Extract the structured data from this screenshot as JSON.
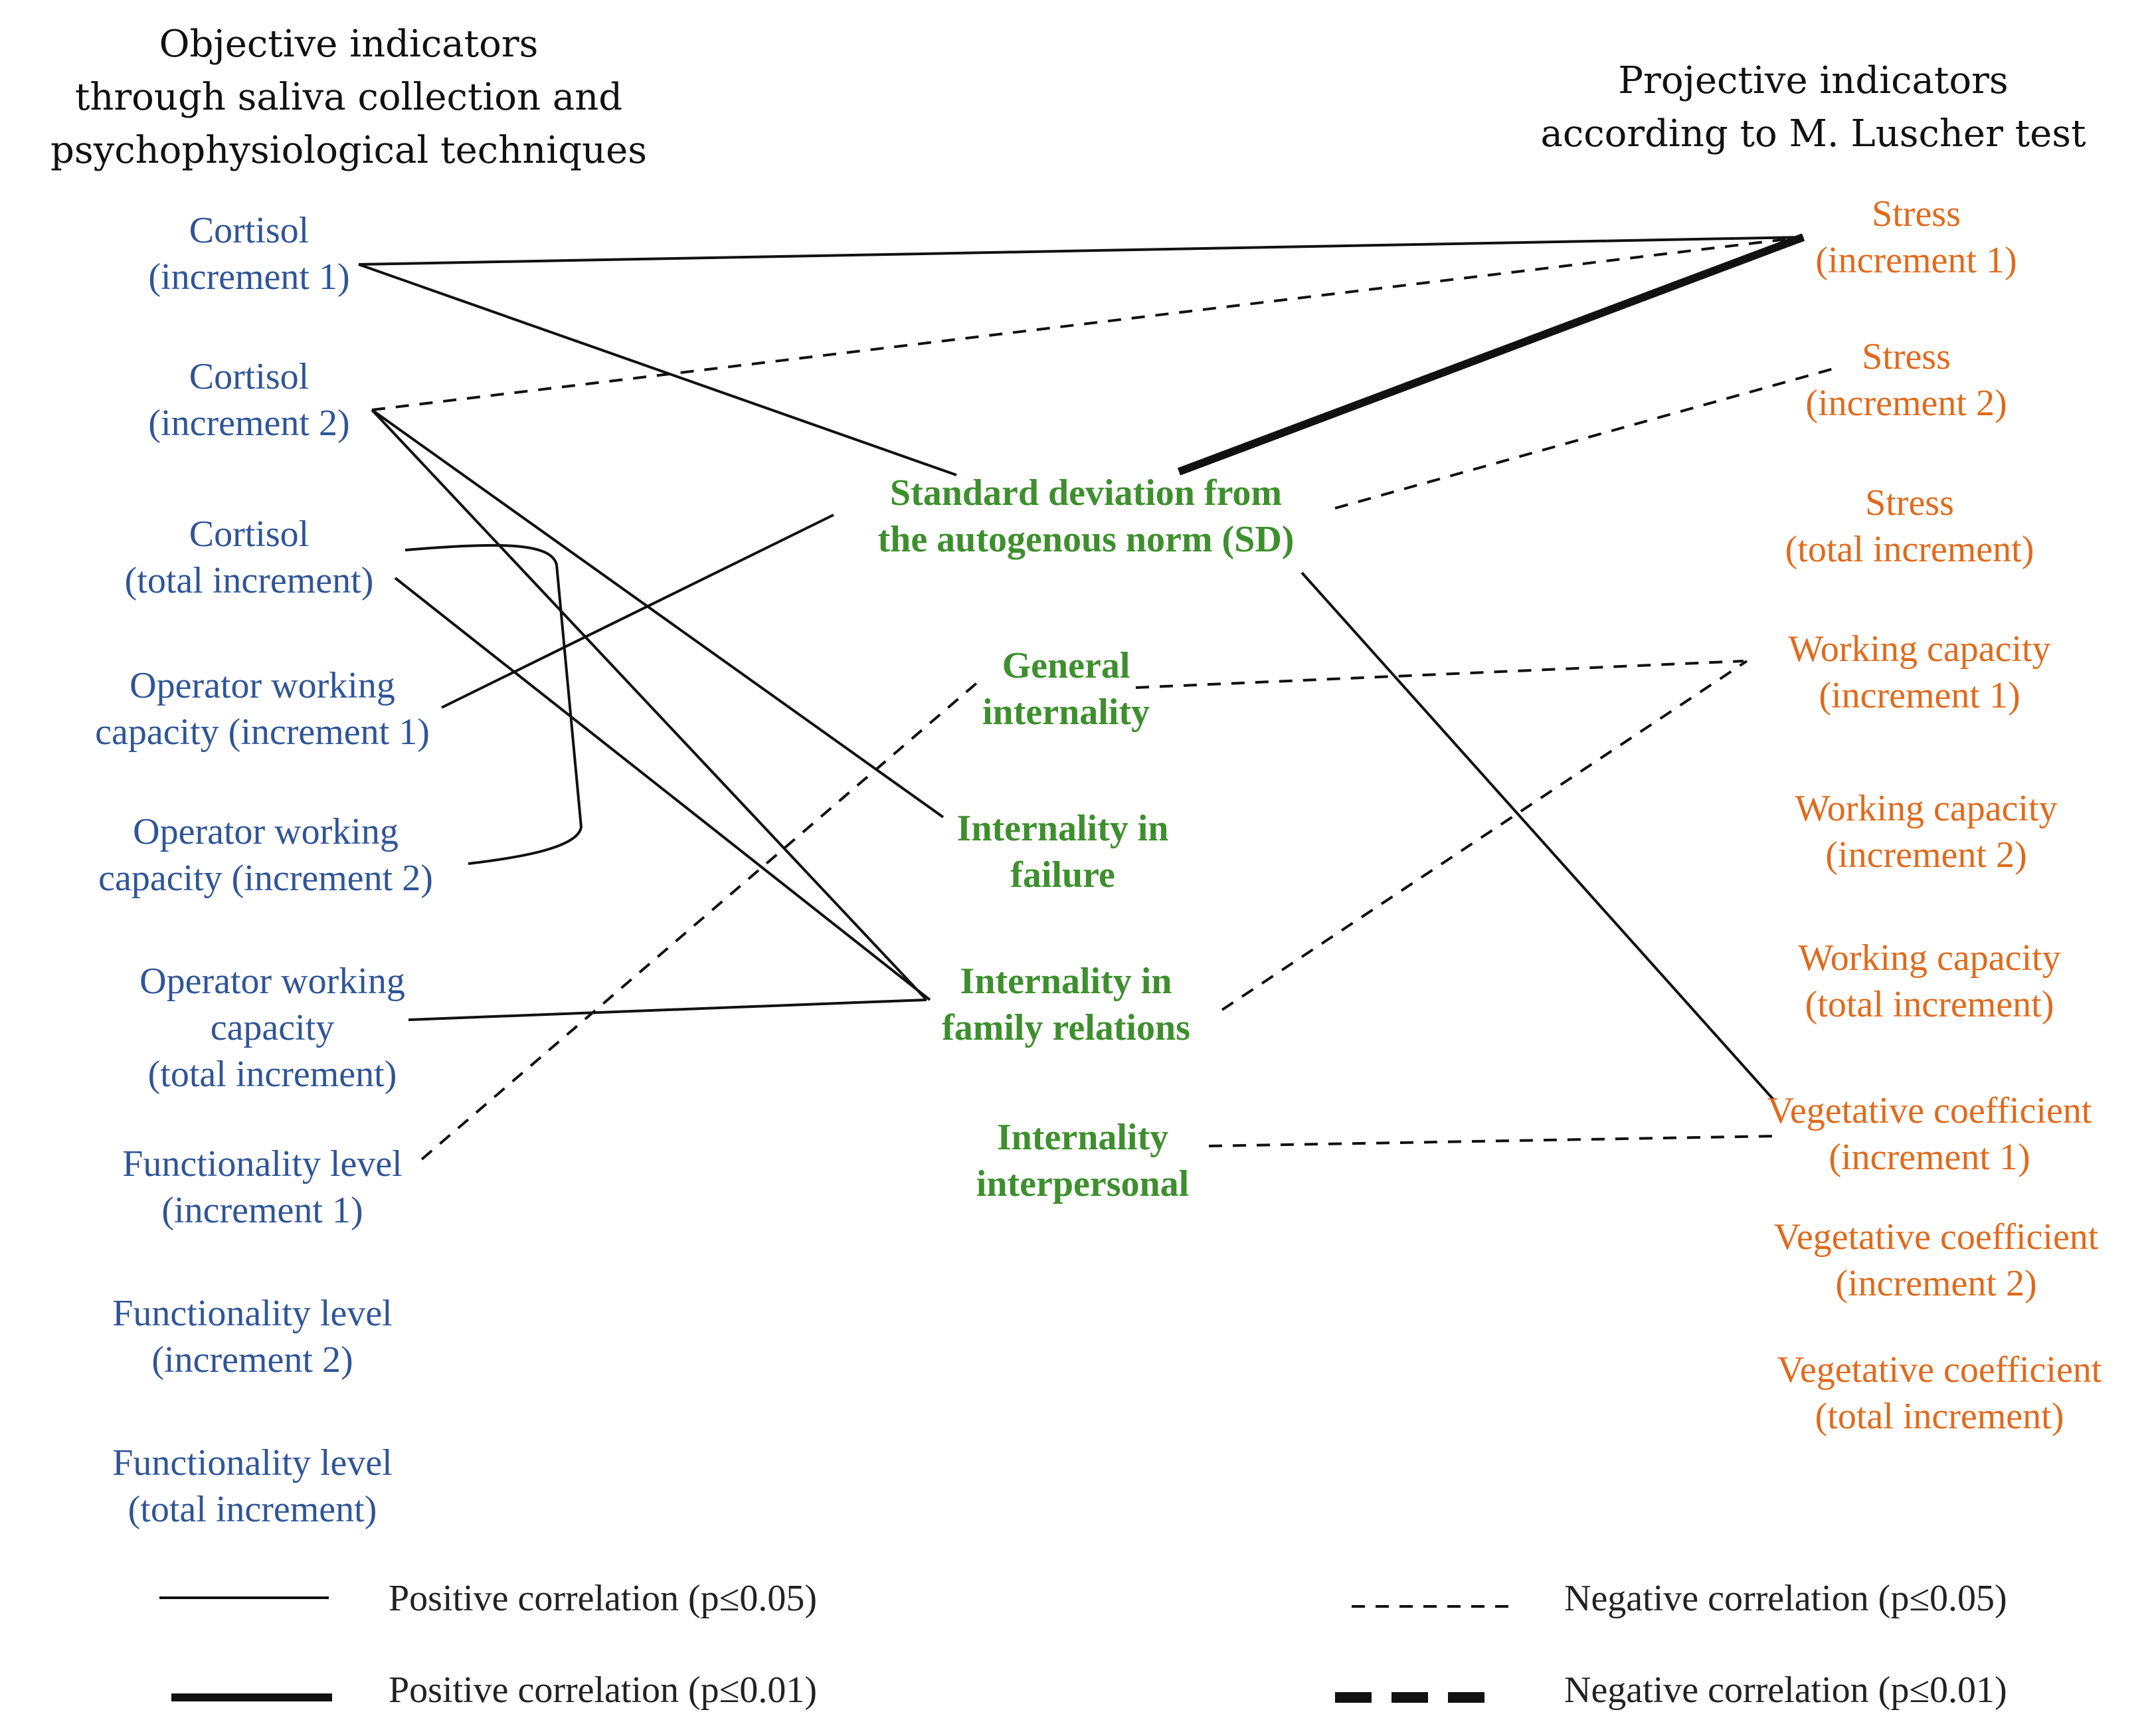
{
  "headers": {
    "objective": [
      "Objective indicators",
      "through saliva collection and",
      "psychophysiological techniques"
    ],
    "projective": [
      "Projective indicators",
      "according to M. Luscher test"
    ]
  },
  "colors": {
    "objective": "#2f5597",
    "mediator": "#3e8f2e",
    "projective": "#e06a1c",
    "line": "#111111"
  },
  "objective_nodes": [
    {
      "id": "cortisol_1",
      "lines": [
        "Cortisol",
        "(increment 1)"
      ]
    },
    {
      "id": "cortisol_2",
      "lines": [
        "Cortisol",
        "(increment 2)"
      ]
    },
    {
      "id": "cortisol_total",
      "lines": [
        "Cortisol",
        "(total increment)"
      ]
    },
    {
      "id": "owc_1",
      "lines": [
        "Operator working",
        "capacity (increment 1)"
      ]
    },
    {
      "id": "owc_2",
      "lines": [
        "Operator working",
        "capacity (increment 2)"
      ]
    },
    {
      "id": "owc_total",
      "lines": [
        "Operator working",
        "capacity",
        "(total increment)"
      ]
    },
    {
      "id": "func_1",
      "lines": [
        "Functionality level",
        "(increment 1)"
      ]
    },
    {
      "id": "func_2",
      "lines": [
        "Functionality level",
        "(increment 2)"
      ]
    },
    {
      "id": "func_total",
      "lines": [
        "Functionality level",
        "(total increment)"
      ]
    }
  ],
  "mediator_nodes": [
    {
      "id": "sd",
      "lines": [
        "Standard deviation from",
        "the autogenous norm (SD)"
      ]
    },
    {
      "id": "gen_int",
      "lines": [
        "General",
        "internality"
      ]
    },
    {
      "id": "int_fail",
      "lines": [
        "Internality in",
        "failure"
      ]
    },
    {
      "id": "int_family",
      "lines": [
        "Internality in",
        "family relations"
      ]
    },
    {
      "id": "int_inter",
      "lines": [
        "Internality",
        "interpersonal"
      ]
    }
  ],
  "projective_nodes": [
    {
      "id": "stress_1",
      "lines": [
        "Stress",
        "(increment 1)"
      ]
    },
    {
      "id": "stress_2",
      "lines": [
        "Stress",
        "(increment 2)"
      ]
    },
    {
      "id": "stress_total",
      "lines": [
        "Stress",
        "(total increment)"
      ]
    },
    {
      "id": "wc_1",
      "lines": [
        "Working capacity",
        "(increment 1)"
      ]
    },
    {
      "id": "wc_2",
      "lines": [
        "Working capacity",
        "(increment 2)"
      ]
    },
    {
      "id": "wc_total",
      "lines": [
        "Working capacity",
        "(total increment)"
      ]
    },
    {
      "id": "veg_1",
      "lines": [
        "Vegetative coefficient",
        "(increment 1)"
      ]
    },
    {
      "id": "veg_2",
      "lines": [
        "Vegetative coefficient",
        "(increment 2)"
      ]
    },
    {
      "id": "veg_total",
      "lines": [
        "Vegetative coefficient",
        "(total increment)"
      ]
    }
  ],
  "edges": [
    {
      "from": "cortisol_1",
      "to": "stress_1",
      "type": "positive_005"
    },
    {
      "from": "cortisol_1",
      "to": "sd",
      "type": "positive_005"
    },
    {
      "from": "cortisol_2",
      "to": "stress_1",
      "type": "negative_005"
    },
    {
      "from": "cortisol_2",
      "to": "int_fail",
      "type": "positive_005"
    },
    {
      "from": "cortisol_2",
      "to": "int_family",
      "type": "positive_005"
    },
    {
      "from": "cortisol_total",
      "to": "int_family",
      "type": "positive_005"
    },
    {
      "from": "cortisol_total",
      "to": "owc_2",
      "type": "positive_005"
    },
    {
      "from": "owc_1",
      "to": "sd",
      "type": "positive_005"
    },
    {
      "from": "owc_total",
      "to": "int_family",
      "type": "positive_005"
    },
    {
      "from": "func_1",
      "to": "gen_int",
      "type": "negative_005"
    },
    {
      "from": "sd",
      "to": "stress_1",
      "type": "positive_001"
    },
    {
      "from": "sd",
      "to": "stress_2",
      "type": "negative_005"
    },
    {
      "from": "sd",
      "to": "veg_1",
      "type": "positive_005"
    },
    {
      "from": "gen_int",
      "to": "wc_1",
      "type": "negative_005"
    },
    {
      "from": "int_family",
      "to": "wc_1",
      "type": "negative_005"
    },
    {
      "from": "int_inter",
      "to": "veg_1",
      "type": "negative_005"
    }
  ],
  "legend": [
    {
      "type": "positive_005",
      "label": "Positive correlation (p≤0.05)"
    },
    {
      "type": "positive_001",
      "label": "Positive correlation (p≤0.01)"
    },
    {
      "type": "negative_005",
      "label": "Negative correlation (p≤0.05)"
    },
    {
      "type": "negative_001",
      "label": "Negative correlation (p≤0.01)"
    }
  ]
}
